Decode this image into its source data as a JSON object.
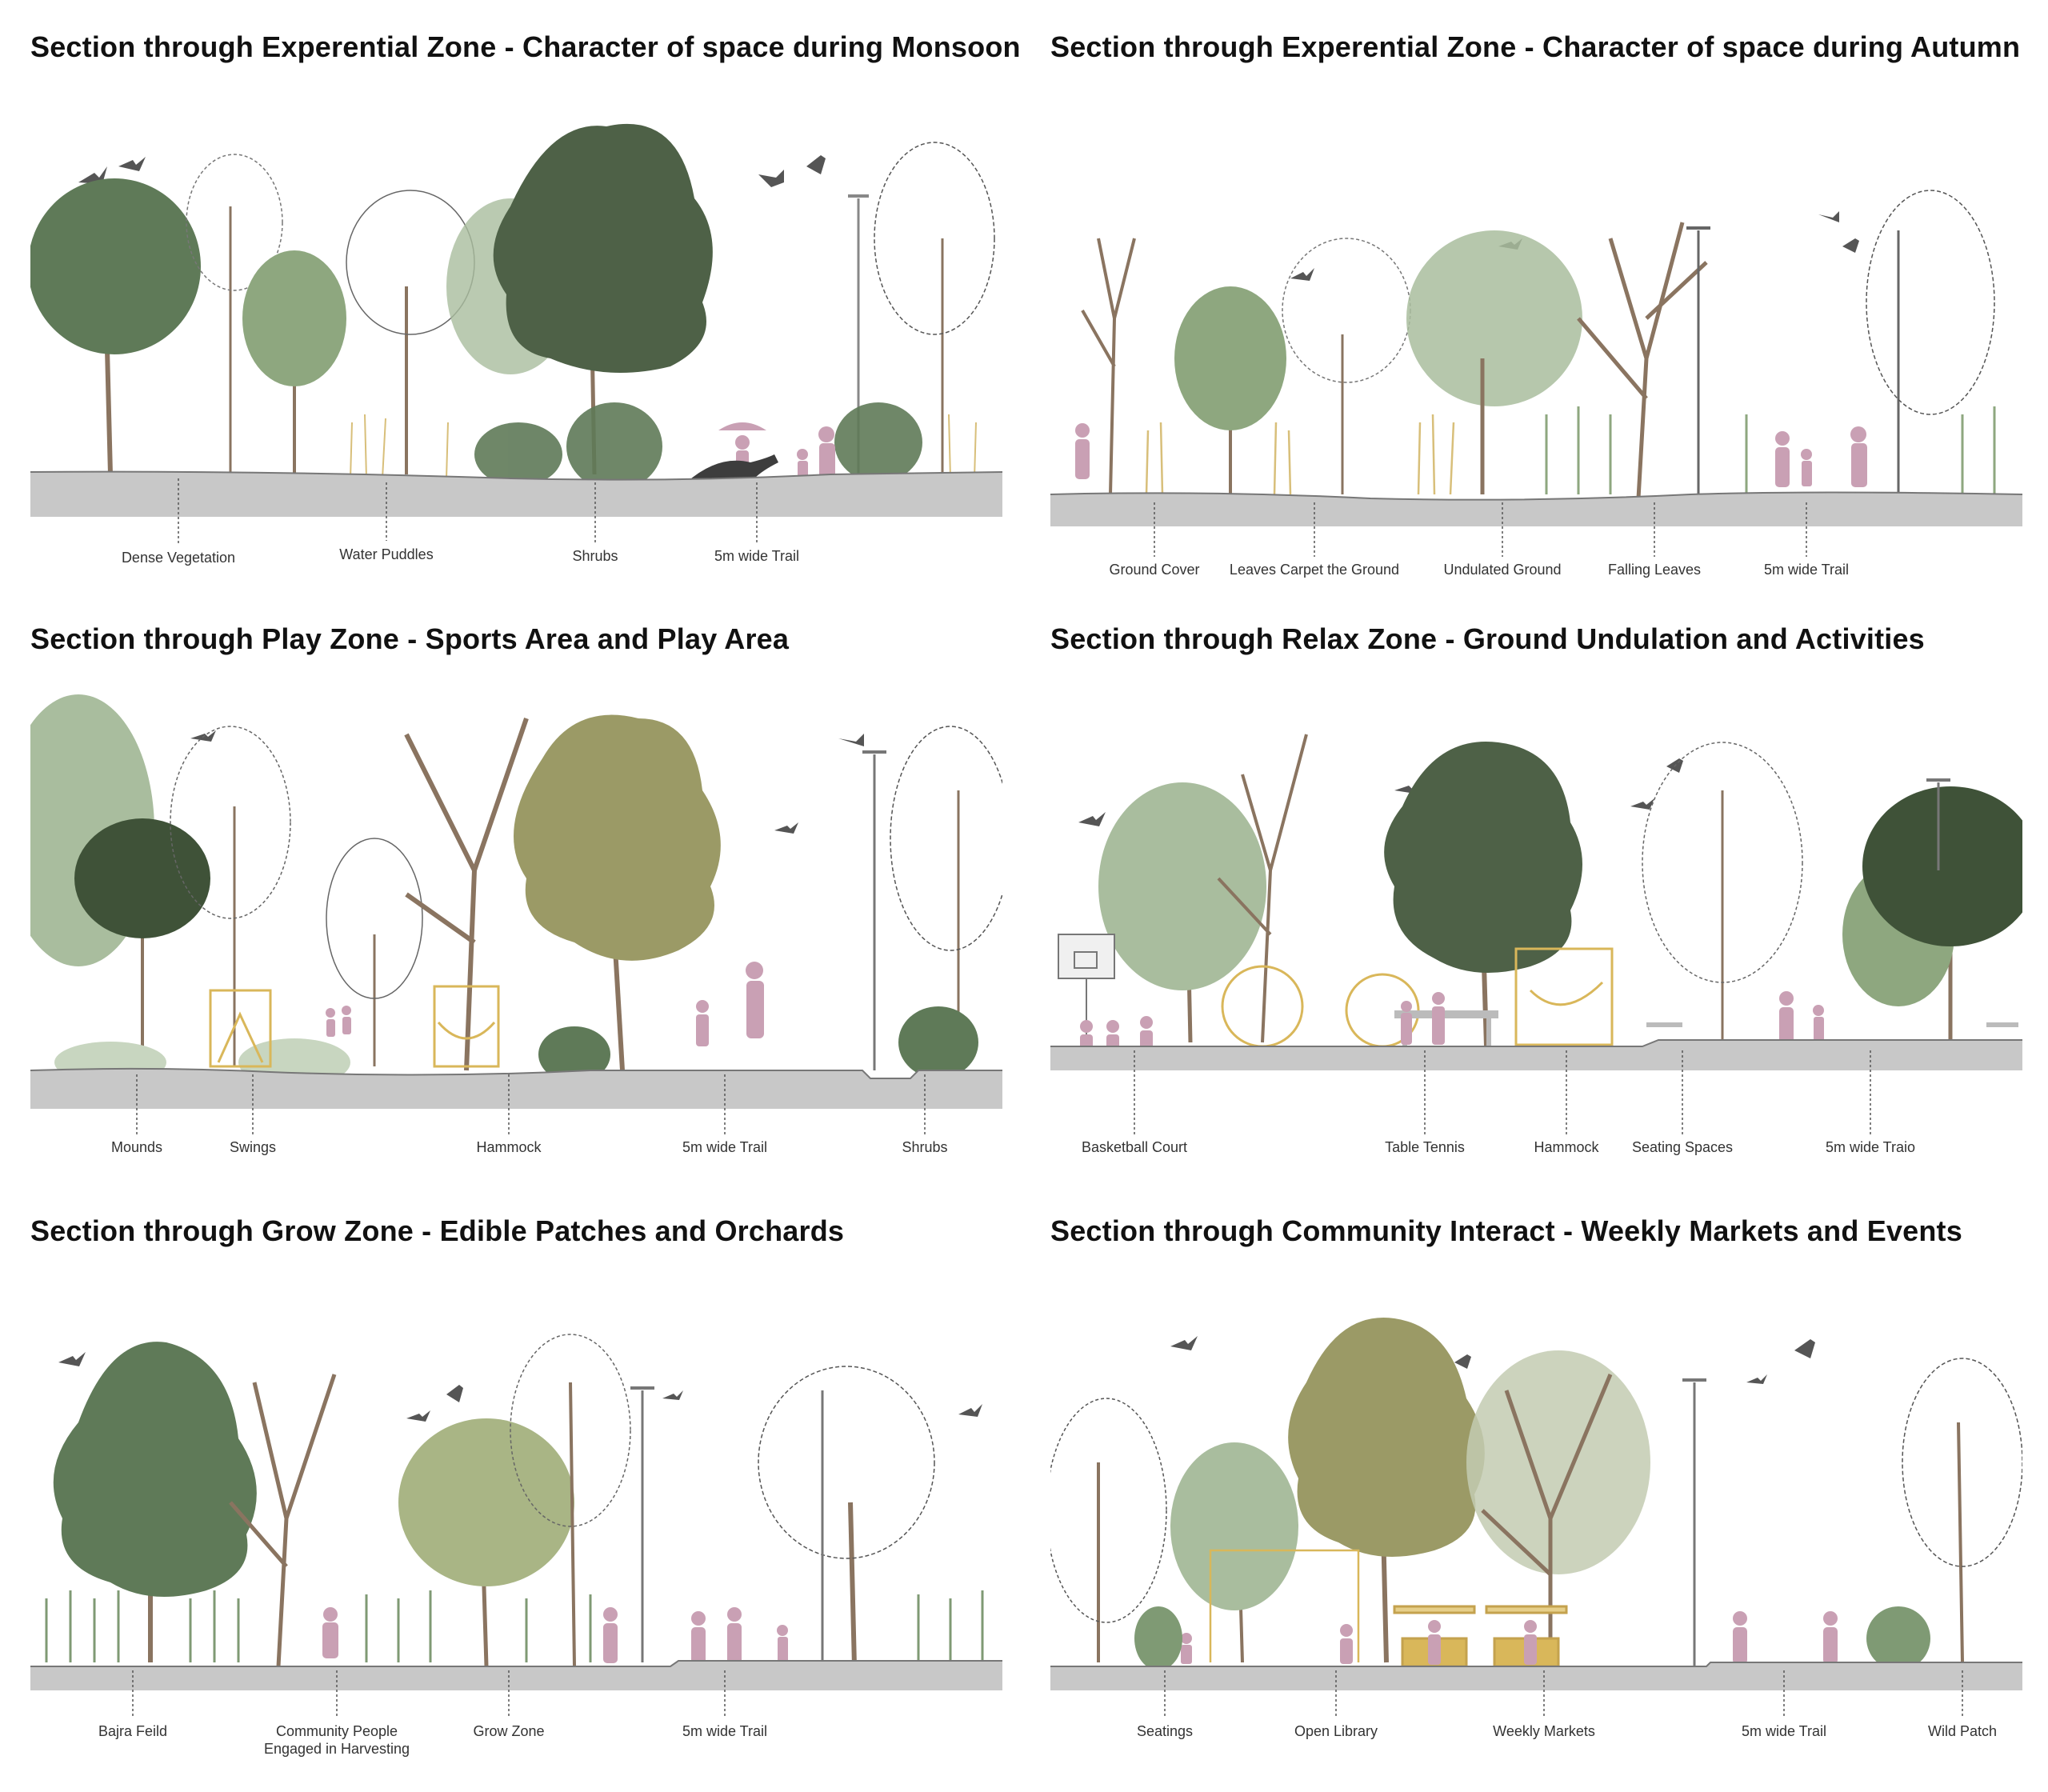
{
  "panels": [
    {
      "id": "monsoon",
      "title": "Section through Experential Zone - Character of space during Monsoon",
      "labels": [
        "Dense Vegetation",
        "Water Puddles",
        "Shrubs",
        "5m wide Trail"
      ]
    },
    {
      "id": "autumn",
      "title": "Section through  Experential Zone - Character of space during Autumn",
      "labels": [
        "Ground Cover",
        "Leaves Carpet the Ground",
        "Undulated Ground",
        "Falling Leaves",
        "5m wide Trail"
      ]
    },
    {
      "id": "play",
      "title": "Section through Play Zone - Sports Area and Play Area",
      "labels": [
        "Mounds",
        "Swings",
        "Hammock",
        "5m wide Trail",
        "Shrubs"
      ]
    },
    {
      "id": "relax",
      "title": "Section through Relax Zone - Ground Undulation and Activities",
      "labels": [
        "Basketball Court",
        "Table Tennis",
        "Hammock",
        "Seating Spaces",
        "5m wide Traio"
      ]
    },
    {
      "id": "grow",
      "title": "Section through Grow Zone - Edible Patches and Orchards",
      "labels": [
        "Bajra Feild",
        "Community People",
        "Engaged in Harvesting",
        "Grow Zone",
        "5m wide Trail"
      ]
    },
    {
      "id": "community",
      "title": "Section through Community Interact - Weekly Markets and Events",
      "labels": [
        "Seatings",
        "Open Library",
        "Weekly Markets",
        "5m wide Trail",
        "Wild Patch"
      ]
    }
  ],
  "palette": {
    "ground": "#c8c8c8",
    "ground_edge": "#777777",
    "tree_dark": "#4e6147",
    "tree_mid": "#7f9a74",
    "tree_light": "#a9bd9e",
    "tree_olive": "#9b9a66",
    "trunk": "#8a7460",
    "people": "#c9a0b4",
    "structure": "#d9b75a",
    "water": "#9fc7cf",
    "grass_gold": "#d8bf7a",
    "bird": "#555555"
  }
}
